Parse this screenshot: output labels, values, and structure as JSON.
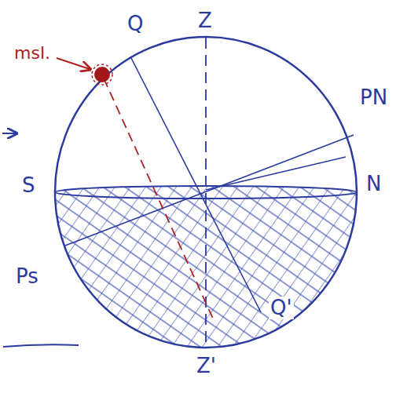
{
  "diagram": {
    "labels": [
      "msl.",
      "Q",
      "Z",
      "PN",
      "S",
      "N",
      "Ps",
      "Q'",
      "Z'"
    ]
  }
}
